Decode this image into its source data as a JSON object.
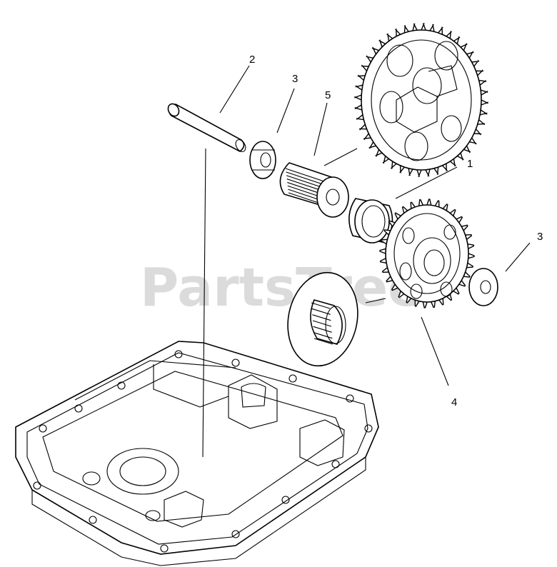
{
  "watermark": "PartsTree",
  "callouts": {
    "c1": "1",
    "c2": "2",
    "c3a": "3",
    "c3b": "3",
    "c4": "4",
    "c5": "5"
  }
}
